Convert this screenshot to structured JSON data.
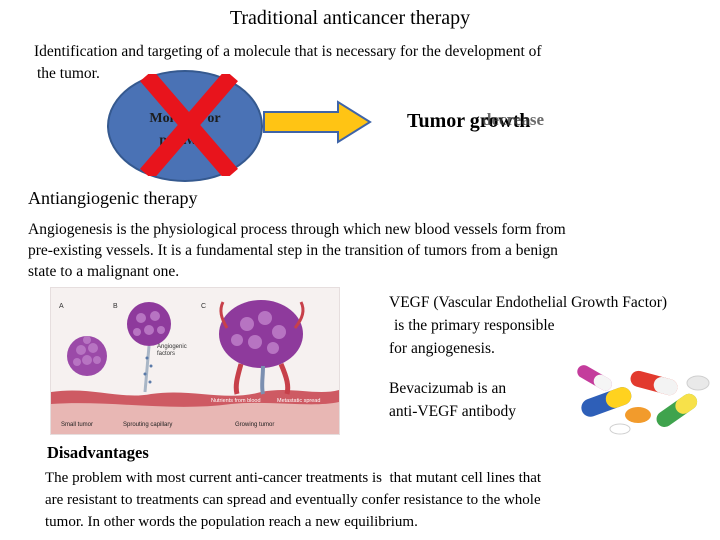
{
  "slide": {
    "title": "Traditional anticancer therapy",
    "intro_line1": "Identification and targeting of a molecule that is necessary for the development of",
    "intro_line2": "the tumor.",
    "circle_line1": "Molecule or",
    "circle_line2": "pathway",
    "tumor_label": "Tumor growth",
    "tumor_overlay": "decrease",
    "antiangiogenic_heading": "Antiangiogenic therapy",
    "antiangiogenic_line1": "Angiogenesis is the physiological process through which new blood vessels form from",
    "antiangiogenic_line2": "pre-existing vessels. It is a fundamental step in the transition of tumors from a benign",
    "antiangiogenic_line3": "state to a malignant one.",
    "vegf_line1": "VEGF (Vascular Endothelial Growth Factor)",
    "vegf_line2": "is the primary responsible",
    "vegf_line3": "for angiogenesis.",
    "beva_line1": "Bevacizumab is an",
    "beva_line2": "anti-VEGF antibody",
    "disadvantages_heading": "Disadvantages",
    "dis_line1": "The problem with most current anti-cancer treatments is  that mutant cell lines that",
    "dis_line2": "are resistant to treatments can spread and eventually confer resistance to the whole",
    "dis_line3": "tumor. In other words the population reach a new equilibrium."
  },
  "figure": {
    "label_a": "A",
    "label_b": "B",
    "label_c": "C",
    "angiogenic_label": "Angiogenic",
    "angiogenic_label2": "factors",
    "caption_small": "Small tumor",
    "caption_sprouting": "Sprouting capillary",
    "caption_growing": "Growing tumor",
    "nutrients_label": "Nutrients from blood",
    "spread_label": "Metastatic spread"
  },
  "colors": {
    "circle_fill": "#4a72b5",
    "cross": "#e8141c",
    "arrow_fill": "#ffc414",
    "arrow_stroke": "#3f64a8",
    "tumor_purple": "#8e3a9c",
    "tissue_red": "#c7404a"
  },
  "icons": {
    "cross": "red-x-cross-icon",
    "arrow": "right-arrow-icon",
    "pills": "pills-photo"
  }
}
